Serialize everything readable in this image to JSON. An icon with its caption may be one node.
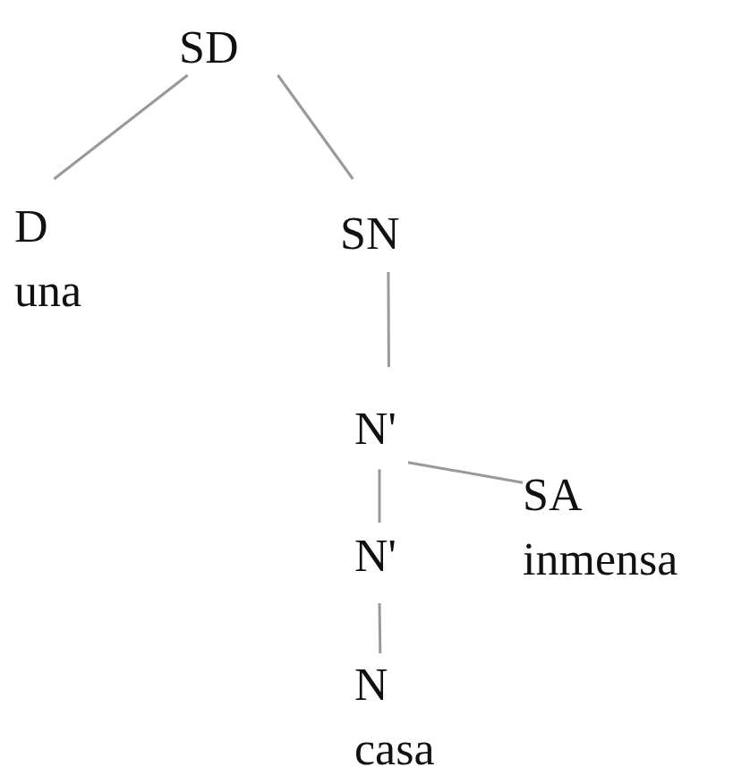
{
  "diagram": {
    "nodes": [
      {
        "text": [
          "SD"
        ]
      },
      {
        "text": [
          "D",
          "una"
        ]
      },
      {
        "text": [
          "SN"
        ]
      },
      {
        "text": [
          "N'"
        ]
      },
      {
        "text": [
          "SA",
          "inmensa"
        ]
      },
      {
        "text": [
          "N'"
        ]
      },
      {
        "text": [
          "N",
          "casa"
        ]
      }
    ],
    "edges": [
      {
        "from": 0,
        "to": 1,
        "arrow": "none"
      },
      {
        "from": 0,
        "to": 2,
        "arrow": "none"
      },
      {
        "from": 2,
        "to": 3,
        "arrow": "none"
      },
      {
        "from": 3,
        "to": 4,
        "arrow": "none"
      },
      {
        "from": 3,
        "to": 5,
        "arrow": "none"
      },
      {
        "from": 5,
        "to": 6,
        "arrow": "none"
      }
    ]
  }
}
